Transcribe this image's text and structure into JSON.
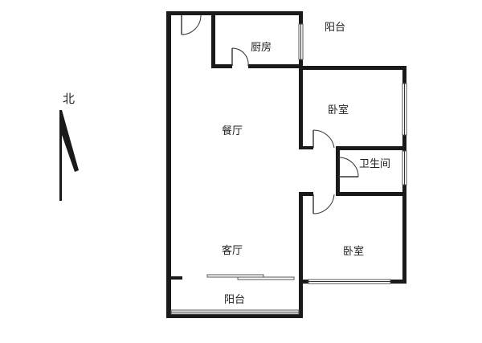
{
  "rooms": {
    "kitchen": "厨房",
    "balcony_top": "阳台",
    "bedroom_upper": "卧室",
    "dining": "餐厅",
    "bathroom": "卫生间",
    "living": "客厅",
    "bedroom_lower": "卧室",
    "balcony_bottom": "阳台"
  },
  "compass": {
    "label": "北"
  }
}
